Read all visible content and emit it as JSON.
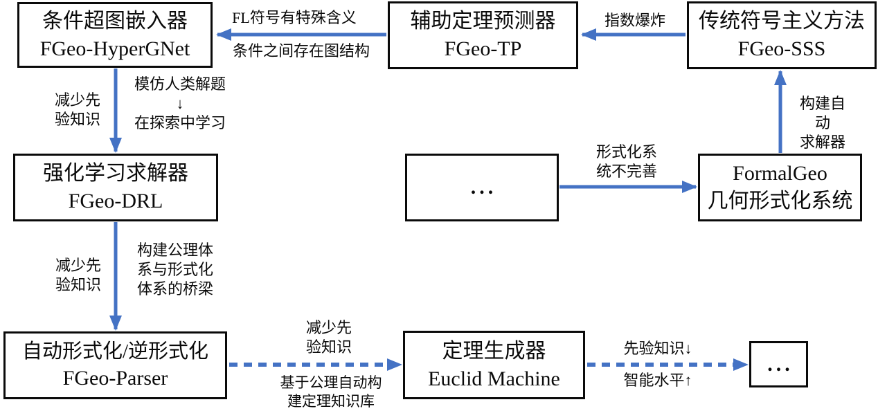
{
  "colors": {
    "arrow": "#4472C4",
    "box_border": "#0a0a0a",
    "background": "#ffffff"
  },
  "boxes": {
    "hypergnet": {
      "line1": "条件超图嵌入器",
      "line2": "FGeo-HyperGNet"
    },
    "tp": {
      "line1": "辅助定理预测器",
      "line2": "FGeo-TP"
    },
    "sss": {
      "line1": "传统符号主义方法",
      "line2": "FGeo-SSS"
    },
    "drl": {
      "line1": "强化学习求解器",
      "line2": "FGeo-DRL"
    },
    "mid_ellipsis": {
      "text": "..."
    },
    "formalgeo": {
      "line1": "FormalGeo",
      "line2": "几何形式化系统"
    },
    "parser": {
      "line1": "自动形式化/逆形式化",
      "line2": "FGeo-Parser"
    },
    "euclid": {
      "line1": "定理生成器",
      "line2": "Euclid Machine"
    },
    "end_ellipsis": {
      "text": "..."
    }
  },
  "labels": {
    "tp_to_hypergnet_top": "FL符号有特殊含义",
    "tp_to_hypergnet_bottom": "条件之间存在图结构",
    "sss_to_tp": "指数爆炸",
    "hypergnet_to_drl_left": "减少先\n验知识",
    "hypergnet_to_drl_right": "模仿人类解题\n↓\n在探索中学习",
    "formalgeo_to_sss": "构建自动\n求解器",
    "ellipsis_to_formalgeo": "形式化系\n统不完善",
    "drl_to_parser_left": "减少先\n验知识",
    "drl_to_parser_right": "构建公理体\n系与形式化\n体系的桥梁",
    "parser_to_euclid_top": "减少先\n验知识",
    "parser_to_euclid_bottom": "基于公理自动构\n建定理知识库",
    "euclid_to_end_top": "先验知识↓",
    "euclid_to_end_bottom": "智能水平↑"
  }
}
